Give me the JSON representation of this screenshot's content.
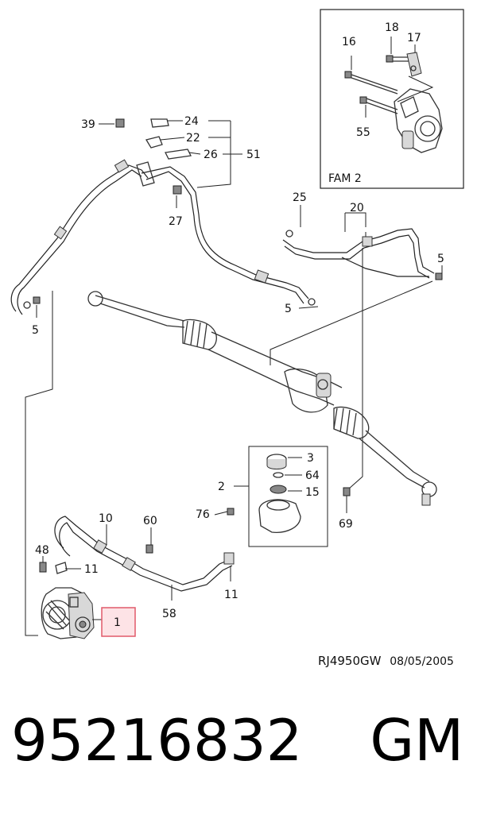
{
  "callouts": {
    "c1": "1",
    "c2": "2",
    "c3": "3",
    "c5a": "5",
    "c5b": "5",
    "c5c": "5",
    "c10": "10",
    "c11a": "11",
    "c11b": "11",
    "c15": "15",
    "c16": "16",
    "c17": "17",
    "c18": "18",
    "c20": "20",
    "c22": "22",
    "c24": "24",
    "c25": "25",
    "c26": "26",
    "c27": "27",
    "c39": "39",
    "c48": "48",
    "c51": "51",
    "c55": "55",
    "c58": "58",
    "c60": "60",
    "c64": "64",
    "c69": "69",
    "c76": "76"
  },
  "inset": {
    "label": "FAM 2"
  },
  "highlight": {
    "part": "1",
    "color": "#e05a6a",
    "fill": "#fde3e6"
  },
  "doc": {
    "ref": "RJ4950GW",
    "date": "08/05/2005"
  },
  "part_number": "95216832",
  "brand": "GM"
}
